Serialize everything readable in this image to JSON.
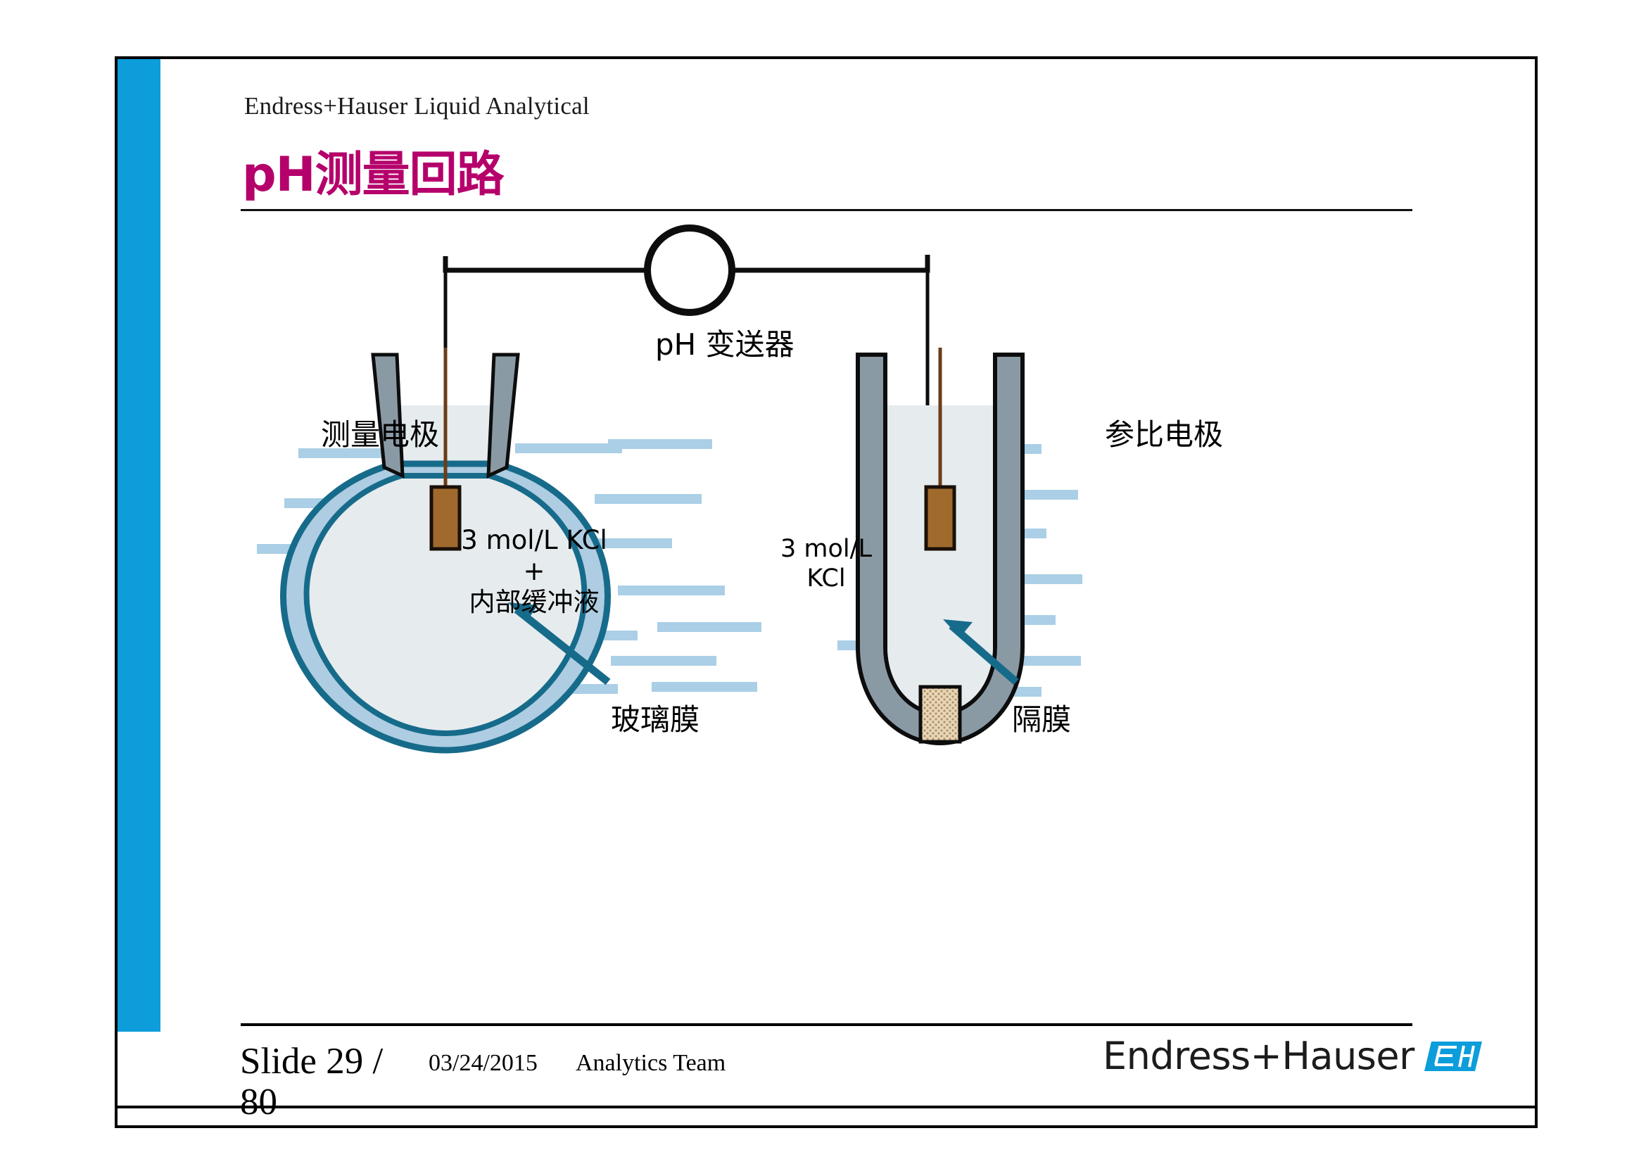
{
  "slide": {
    "header": "Endress+Hauser Liquid Analytical",
    "title": "pH测量回路"
  },
  "diagram": {
    "transmitter_label": "pH 变送器",
    "measuring_electrode_label": "测量电极",
    "reference_electrode_label": "参比电极",
    "glass_membrane_label": "玻璃膜",
    "diaphragm_label": "隔膜",
    "bulb_fill_line1": "3 mol/L KCl",
    "bulb_fill_line2": "+",
    "bulb_fill_line3": "内部缓冲液",
    "tube_fill_line1": "3 mol/L",
    "tube_fill_line2": "KCl",
    "colors": {
      "accent_blue": "#0D9DDB",
      "title_magenta": "#B5006B",
      "glass_membrane_stroke": "#176B8A",
      "glass_membrane_fill": "#AECDE2",
      "electrolyte_fill": "#E6EBEE",
      "electrode_body": "#8A9AA5",
      "electrode_wire": "#91592A",
      "streak_blue": "#AACFE6",
      "callout_arrow": "#176B8A",
      "diaphragm_fill": "#E3CFAE"
    }
  },
  "footer": {
    "slide_number": "Slide 29 / 80",
    "date": "03/24/2015",
    "team": "Analytics Team",
    "brand": "Endress+Hauser",
    "brand_mark": "E+H"
  }
}
